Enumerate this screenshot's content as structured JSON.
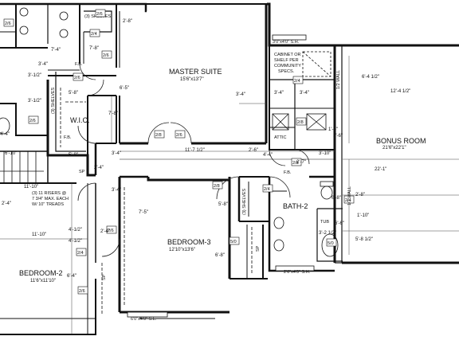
{
  "rooms": {
    "master": {
      "name": "MASTER SUITE",
      "size": "15'6\"x13'7\""
    },
    "bonus": {
      "name": "BONUS ROOM",
      "size": "21'6\"x22'1\""
    },
    "wic": {
      "name": "W.I.C."
    },
    "bedroom3": {
      "name": "BEDROOM-3",
      "size": "12'10\"x13'6\""
    },
    "bedroom2": {
      "name": "BEDROOM-2",
      "size": "11'6\"x11'10\""
    },
    "bath2": {
      "name": "BATH-2"
    },
    "attic": {
      "name": "ATTIC"
    }
  },
  "notes": {
    "cabinet": [
      "CABINET OR",
      "SHELF PER",
      "COMMUNITY",
      "SPECS."
    ],
    "stairs": [
      "(3) 11 RISERS @",
      "7 3/4\" MAX. EACH",
      "W/ 10\" TREADS"
    ],
    "shelves_top": "(3) SHELVES",
    "shelves_wic": "(3) SHELVES",
    "shelves_bath": "(3) SHELVES"
  },
  "windows": {
    "top_right": "3'0\"x4'0\" S.H.",
    "bath": "2'6\"x4'0\" S.H.",
    "bottom": "6'0\"x4'0\" S.L."
  },
  "tags": {
    "t1": "2/4",
    "t2": "2/6",
    "t3": "2/6",
    "t4": "2/6",
    "t5": "2/8",
    "t6": "2/6",
    "t7": "2/4",
    "t8": "2/8",
    "t9": "2/8",
    "t10": "5/0",
    "t11": "2/4",
    "t12": "2/6",
    "t13": "2/4",
    "t14": "2/6",
    "t15": "2/8",
    "t16": "2/6",
    "t17": "2/4",
    "t18": "5/0",
    "t19": "2/6"
  },
  "labels": {
    "fb1": "F.B.",
    "fb2": "F.B.",
    "fb3": "F.B.",
    "sp1": "SP",
    "sp2": "SP",
    "sp3": "SP",
    "tub": "TUB",
    "wall": "1/2 WALL",
    "wall2": "1/2 WALL"
  },
  "dims": {
    "d1": "2'-8\"",
    "d2": "7'-4\"",
    "d3": "3'-1/2\"",
    "d4": "3'-1/2\"",
    "d5": "6'-5\"",
    "d6": "7'-8\"",
    "d7": "5'-8\"",
    "d8": "5'-8\"",
    "d9": "6'-10\"",
    "d10": "2'-4\"",
    "d11": "11'-10\"",
    "d12": "2'-4\"",
    "d13": "4'-1/2\"",
    "d14": "6'-4\"",
    "d15": "3'-4\"",
    "d16": "7'-8\"",
    "d17": "11'-7 1/2\"",
    "d18": "3'-4\"",
    "d19": "2'-6\"",
    "d20": "4'-4\"",
    "d21": "3'-10\"",
    "d22": "1'-6\"",
    "d23": "12'-4 1/2\"",
    "d24": "6'-4 1/2\"",
    "d25": "22'-1\"",
    "d26": "3'-4\"",
    "d27": "2'-7\"",
    "d28": "3'-4\"",
    "d29": "3'-2 1/2\"",
    "d30": "5'-8 1/2\"",
    "d31": "1'-10\"",
    "d32": "2'-8\"",
    "d33": "7'-5\"",
    "d34": "5'-8\"",
    "d35": "4'-4\"",
    "d36": "6'-8\"",
    "d37": "3'-4\"",
    "d38": "3'-4\"",
    "d39": "11'-10\"",
    "d40": "4'-1/2\"",
    "d41": "6'-6\"",
    "d42": "6'-8\"",
    "d43": "1'-4\"",
    "d44": "2'-4\""
  }
}
